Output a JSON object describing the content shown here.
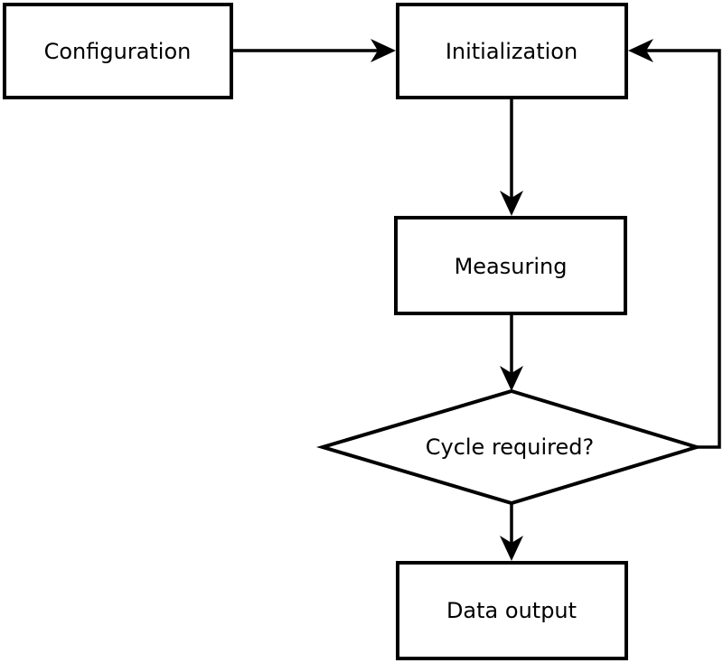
{
  "diagram": {
    "type": "flowchart",
    "colors": {
      "stroke": "#000000",
      "shape_fill": "#ffffff",
      "background": "#ffffff",
      "text": "#000000"
    },
    "nodes": {
      "configuration": {
        "label": "Configuration",
        "shape": "rectangle"
      },
      "initialization": {
        "label": "Initialization",
        "shape": "rectangle"
      },
      "measuring": {
        "label": "Measuring",
        "shape": "rectangle"
      },
      "cycle_required": {
        "label": "Cycle required?",
        "shape": "diamond"
      },
      "data_output": {
        "label": "Data output",
        "shape": "rectangle"
      }
    },
    "edges": [
      {
        "from": "configuration",
        "to": "initialization",
        "direction": "right"
      },
      {
        "from": "initialization",
        "to": "measuring",
        "direction": "down"
      },
      {
        "from": "measuring",
        "to": "cycle_required",
        "direction": "down"
      },
      {
        "from": "cycle_required",
        "to": "data_output",
        "direction": "down"
      },
      {
        "from": "cycle_required",
        "to": "initialization",
        "direction": "loop-back-right"
      }
    ]
  }
}
